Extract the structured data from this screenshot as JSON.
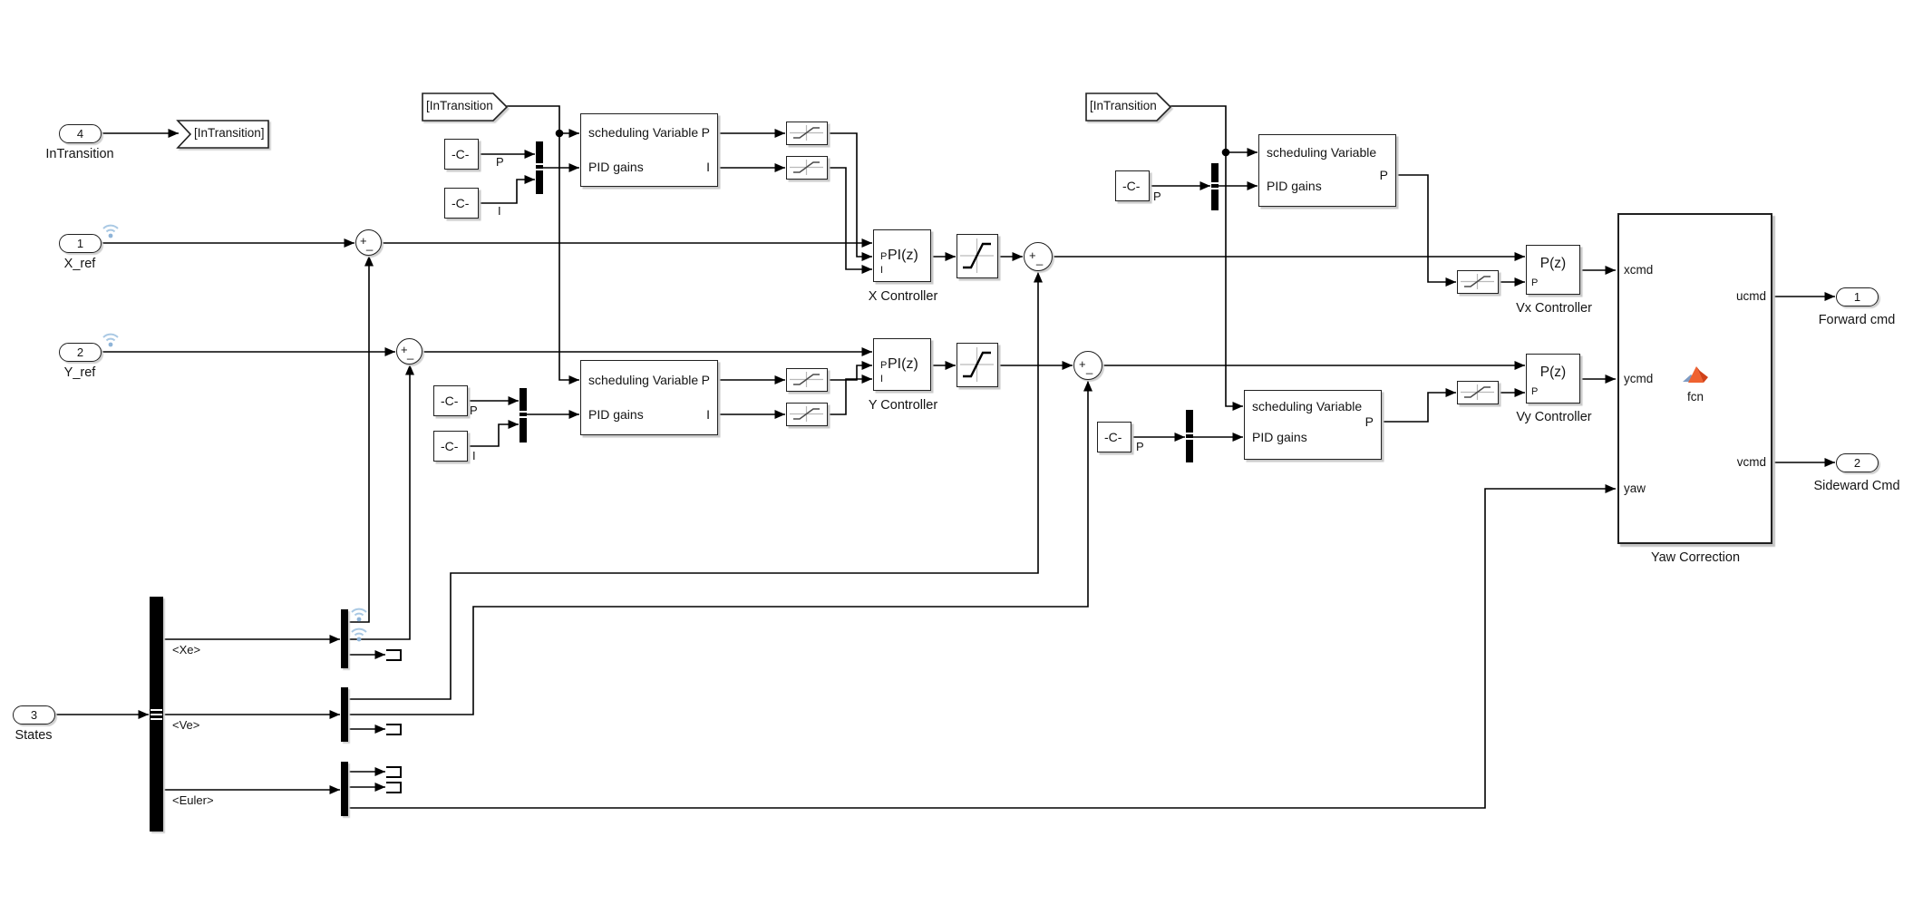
{
  "inports": {
    "intransition": {
      "num": "4",
      "label": "InTransition"
    },
    "x_ref": {
      "num": "1",
      "label": "X_ref"
    },
    "y_ref": {
      "num": "2",
      "label": "Y_ref"
    },
    "states": {
      "num": "3",
      "label": "States"
    }
  },
  "outports": {
    "forward": {
      "num": "1",
      "label": "Forward cmd"
    },
    "sideward": {
      "num": "2",
      "label": "Sideward Cmd"
    }
  },
  "tags": {
    "goto": "[InTransition]",
    "from": "[InTransition"
  },
  "constant": {
    "value": "-C-",
    "p": "P",
    "i": "I"
  },
  "sched": {
    "in1": "scheduling Variable",
    "in2": "PID gains",
    "out_p": "P",
    "out_i": "I"
  },
  "controllers": {
    "pi_text": "PI(z)",
    "pz_text": "P(z)",
    "p": "P",
    "i": "I",
    "x_label": "X Controller",
    "y_label": "Y Controller",
    "vx_label": "Vx Controller",
    "vy_label": "Vy Controller"
  },
  "sum": {
    "plus": "+",
    "minus": "_"
  },
  "bus_signals": {
    "xe": "<Xe>",
    "ve": "<Ve>",
    "euler": "<Euler>"
  },
  "yaw_correction": {
    "in_xcmd": "xcmd",
    "in_ycmd": "ycmd",
    "in_yaw": "yaw",
    "out_ucmd": "ucmd",
    "out_vcmd": "vcmd",
    "fcn_label": "fcn",
    "name": "Yaw Correction"
  },
  "colors": {
    "wire": "#000000",
    "block_border": "#202020",
    "logging_badge": "#a5c6e6",
    "matlab_orange": "#ef6230"
  }
}
